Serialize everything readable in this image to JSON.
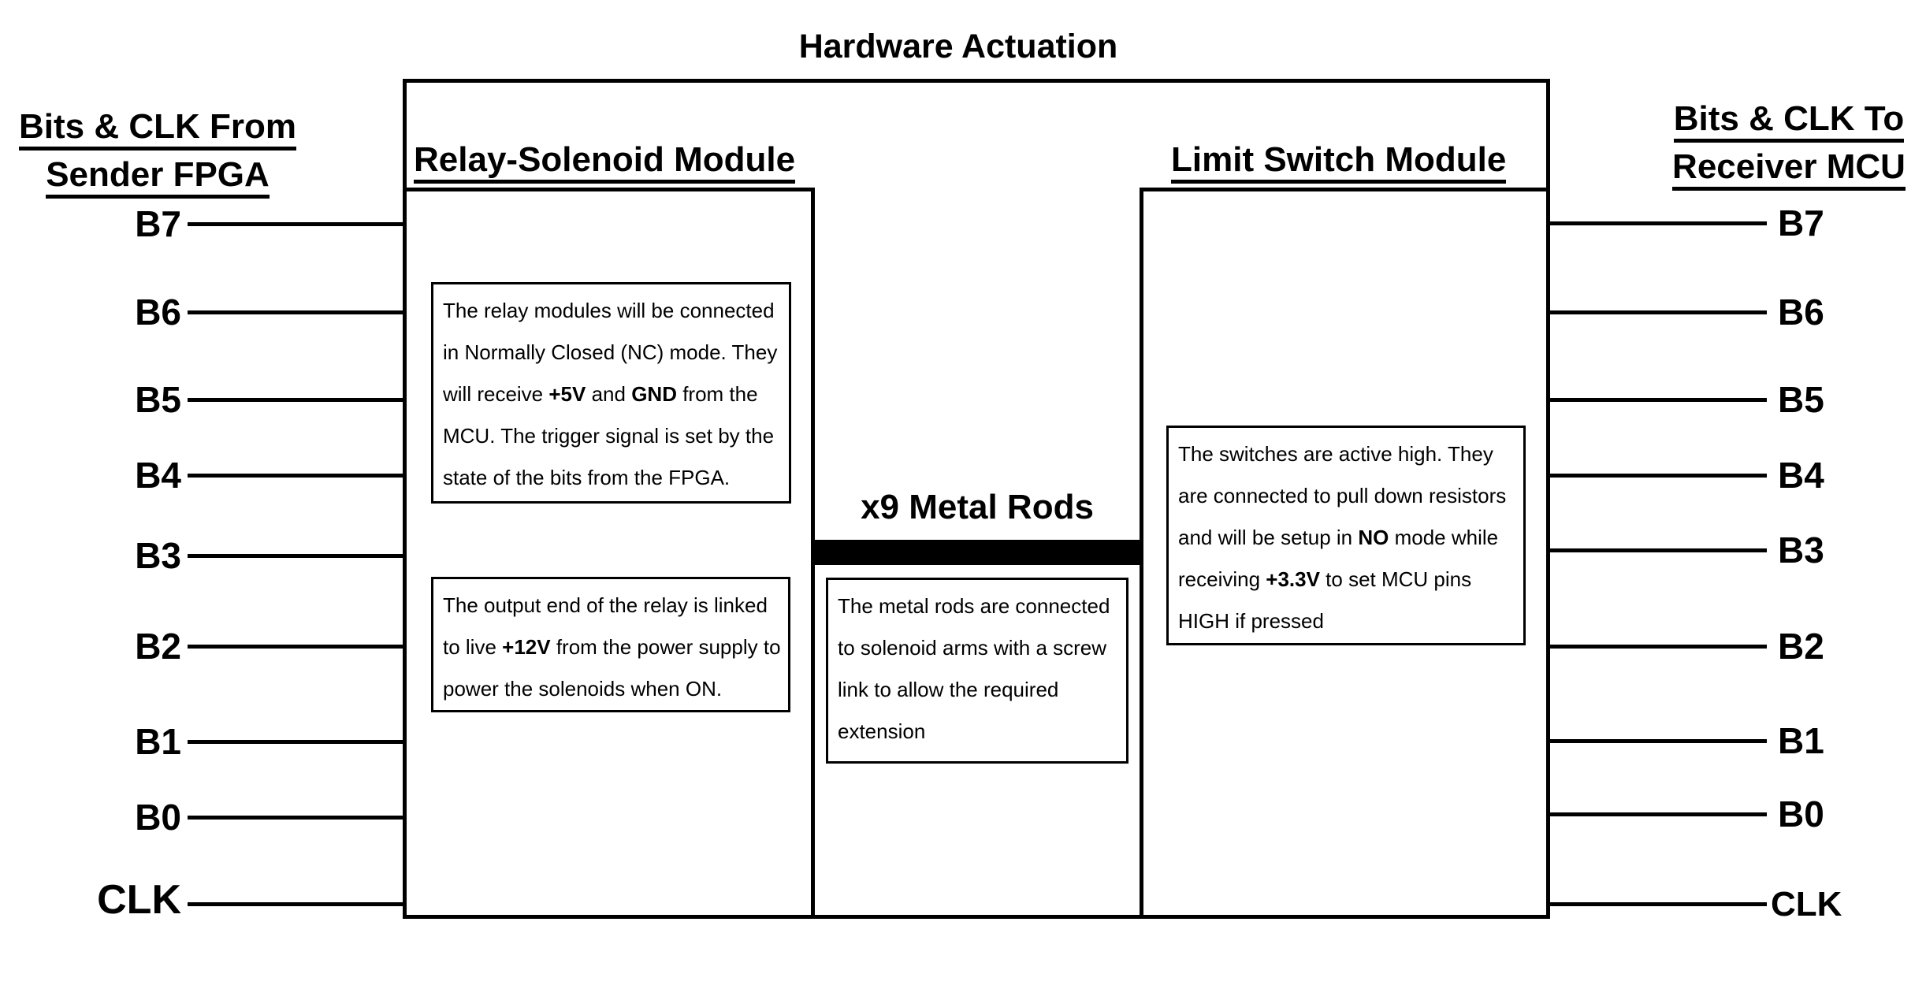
{
  "title": "Hardware Actuation",
  "colors": {
    "ink": "#000000",
    "paper": "#ffffff",
    "rod_bar": "#000000"
  },
  "left_header": {
    "line1": "Bits & CLK From",
    "line2": "Sender FPGA"
  },
  "right_header": {
    "line1": "Bits & CLK To",
    "line2": "Receiver MCU"
  },
  "signals": [
    "B7",
    "B6",
    "B5",
    "B4",
    "B3",
    "B2",
    "B1",
    "B0",
    "CLK"
  ],
  "relay_module": {
    "heading": "Relay-Solenoid Module",
    "note1_lines": [
      [
        {
          "t": "The relay modules will be connected"
        }
      ],
      [
        {
          "t": "in Normally Closed (NC) mode. They"
        }
      ],
      [
        {
          "t": "will receive "
        },
        {
          "t": "+5V",
          "b": true
        },
        {
          "t": " and "
        },
        {
          "t": "GND",
          "b": true
        },
        {
          "t": " from the"
        }
      ],
      [
        {
          "t": "MCU. The trigger signal is set by the"
        }
      ],
      [
        {
          "t": "state of the bits from the FPGA."
        }
      ]
    ],
    "note2_lines": [
      [
        {
          "t": "The output end of the relay is linked"
        }
      ],
      [
        {
          "t": "to live "
        },
        {
          "t": "+12V",
          "b": true
        },
        {
          "t": " from the power supply to"
        }
      ],
      [
        {
          "t": "power the solenoids when ON."
        }
      ]
    ]
  },
  "rods": {
    "label": "x9 Metal Rods",
    "note_lines": [
      [
        {
          "t": "The metal rods are connected"
        }
      ],
      [
        {
          "t": "to solenoid arms with a screw"
        }
      ],
      [
        {
          "t": "link to allow the required"
        }
      ],
      [
        {
          "t": "extension"
        }
      ]
    ]
  },
  "limit_module": {
    "heading": "Limit Switch Module",
    "note_lines": [
      [
        {
          "t": "The switches are active high. They"
        }
      ],
      [
        {
          "t": "are connected to pull down resistors"
        }
      ],
      [
        {
          "t": "and will be setup in "
        },
        {
          "t": "NO",
          "b": true
        },
        {
          "t": " mode while"
        }
      ],
      [
        {
          "t": "receiving "
        },
        {
          "t": "+3.3V",
          "b": true
        },
        {
          "t": " to set MCU pins"
        }
      ],
      [
        {
          "t": "HIGH if pressed"
        }
      ]
    ]
  }
}
